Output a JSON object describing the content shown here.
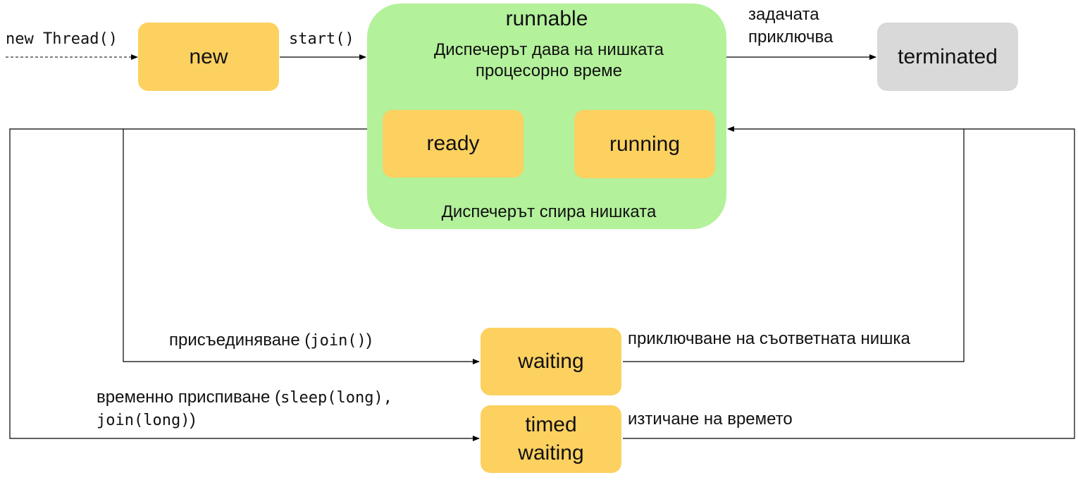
{
  "states": {
    "new": "new",
    "runnable": "runnable",
    "ready": "ready",
    "running": "running",
    "terminated": "terminated",
    "waiting": "waiting",
    "timed_waiting_line1": "timed",
    "timed_waiting_line2": "waiting"
  },
  "transitions": {
    "new_thread": "new Thread()",
    "start": "start()",
    "task_finishes_line1": "задачата",
    "task_finishes_line2": "приключва",
    "dispatcher_gives_line1": "Диспечерът дава на нишката",
    "dispatcher_gives_line2": "процесорно време",
    "dispatcher_stops": "Диспечерът спира нишката",
    "join_prefix": "присъединяване (",
    "join_code": "join()",
    "join_suffix": ")",
    "thread_finished": "приключване на съответната нишка",
    "sleep_prefix": "временно приспиване (",
    "sleep_code1": "sleep(long),",
    "sleep_code2": "join(long)",
    "sleep_suffix": ")",
    "timeout": "изтичане на времето"
  },
  "colors": {
    "state_fill": "#fdd160",
    "runnable_fill": "#b3f19b",
    "terminated_fill": "#d9d9d9"
  }
}
